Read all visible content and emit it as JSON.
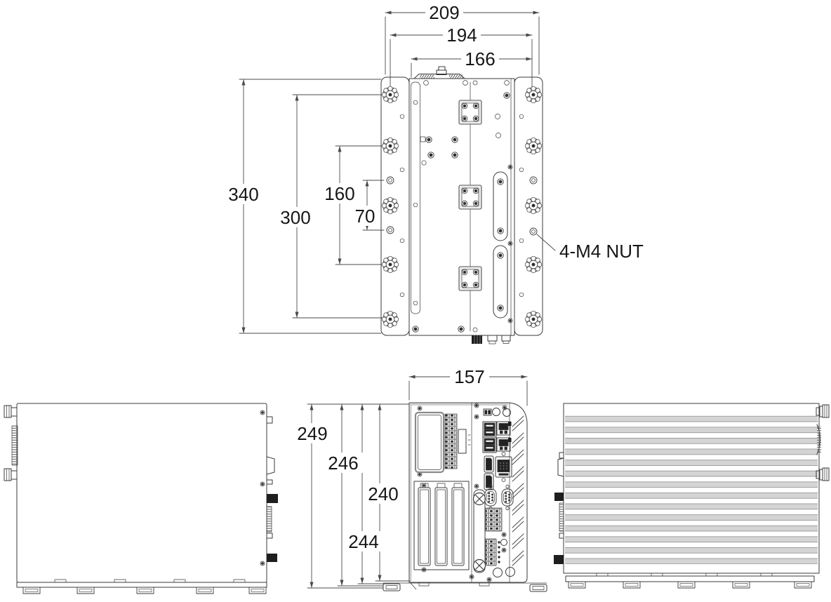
{
  "drawing_title": "industrial-fanless-pc-dimension-drawing",
  "colors": {
    "background": "#ffffff",
    "line": "#3b3b3b",
    "dimension_line": "#4a4a4a",
    "text": "#161616",
    "fin_fill": "#d4d4d4",
    "connector_fill": "#1e1e1e"
  },
  "dims": {
    "rear_width_overall": "209",
    "rear_width_nut_span": "194",
    "rear_width_body": "166",
    "rear_height_overall": "340",
    "rear_height_nut_span": "300",
    "rear_height_mid_span": "160",
    "rear_height_m4_span": "70",
    "front_width": "157",
    "front_height_with_feet": "249",
    "front_height_2": "246",
    "front_height_3": "244",
    "front_height_body": "240"
  },
  "labels": {
    "m4_nut": "4-M4 NUT"
  }
}
